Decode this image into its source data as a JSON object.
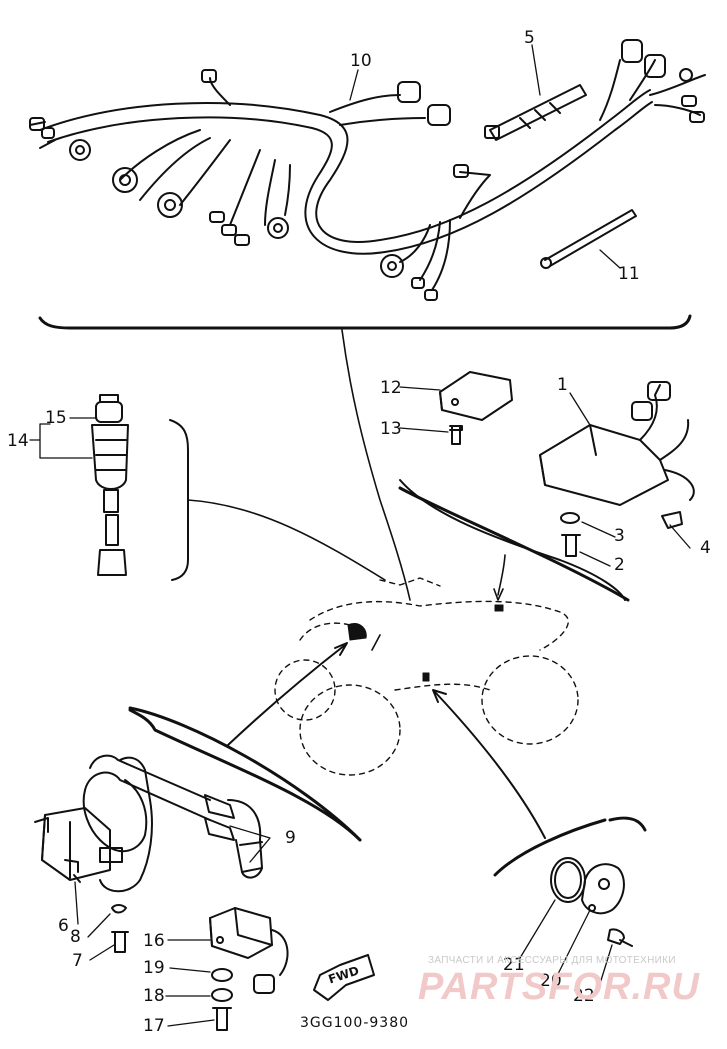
{
  "diagram": {
    "part_code": "3GG100-9380",
    "fwd_label": "FWD",
    "callouts": [
      "1",
      "2",
      "3",
      "4",
      "5",
      "6",
      "7",
      "8",
      "9",
      "10",
      "11",
      "12",
      "13",
      "14",
      "15",
      "16",
      "17",
      "18",
      "19",
      "20",
      "21",
      "22"
    ]
  },
  "watermark": {
    "tagline": "ЗАПЧАСТИ И АКСЕССУАРЫ ДЛЯ МОТОТЕХНИКИ",
    "logo": "PARTSFOR.RU"
  }
}
